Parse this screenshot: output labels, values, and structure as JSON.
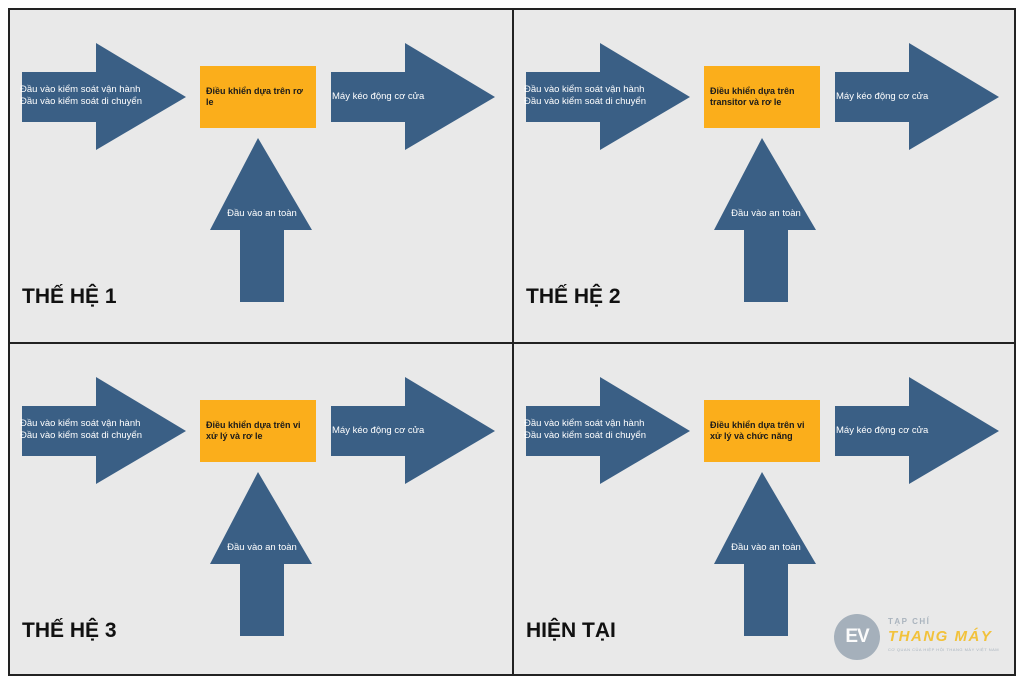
{
  "panels": [
    {
      "label": "THẾ HỆ 1",
      "input_lines": [
        "Đầu vào kiểm soát vận hành",
        "Đầu vào kiểm soát di chuyển"
      ],
      "controller": "Điều khiển dựa trên rơ le",
      "output": "Máy kéo động cơ cửa",
      "safety": "Đầu vào an toàn"
    },
    {
      "label": "THẾ HỆ 2",
      "input_lines": [
        "Đầu vào kiểm soát vận hành",
        "Đầu vào kiểm soát di chuyển"
      ],
      "controller": "Điều khiển dựa trên transitor và rơ le",
      "output": "Máy kéo động cơ cửa",
      "safety": "Đầu vào an toàn"
    },
    {
      "label": "THẾ HỆ 3",
      "input_lines": [
        "Đầu vào kiểm soát vận hành",
        "Đầu vào kiểm soát di chuyển"
      ],
      "controller": "Điều khiển dựa trên vi xử lý và rơ le",
      "output": "Máy kéo động cơ cửa",
      "safety": "Đầu vào an toàn"
    },
    {
      "label": "HIỆN TẠI",
      "input_lines": [
        "Đầu vào kiểm soát vận hành",
        "Đầu vào kiểm soát di chuyển"
      ],
      "controller": "Điều khiển dựa trên vi xử lý và chức năng",
      "output": "Máy kéo động cơ cửa",
      "safety": "Đầu vào an toàn"
    }
  ],
  "logo": {
    "mark": "EV",
    "top": "TẠP CHÍ",
    "main": "THANG MÁY",
    "tagline": "CƠ QUAN CỦA HIỆP HỘI THANG MÁY VIỆT NAM"
  },
  "colors": {
    "arrow": "#3a5f85",
    "controller_box": "#fbae1b",
    "background": "#e9e9e9",
    "border": "#222222"
  }
}
